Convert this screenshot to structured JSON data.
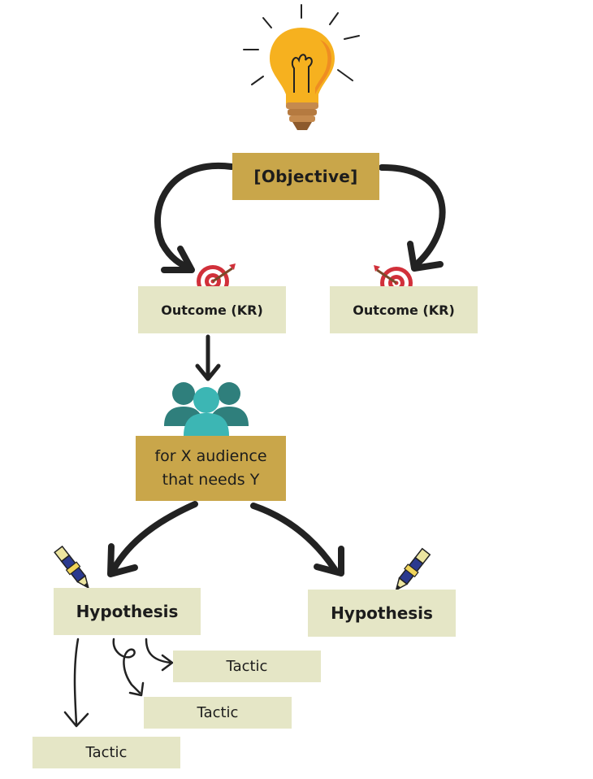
{
  "objective": {
    "label": "[Objective]",
    "color": "#c9a64a",
    "icon": "lightbulb-icon"
  },
  "outcomes": [
    {
      "label": "Outcome (KR)",
      "icon": "target-icon"
    },
    {
      "label": "Outcome (KR)",
      "icon": "target-icon"
    }
  ],
  "audience": {
    "line1": "for X audience",
    "line2": "that needs Y",
    "icon": "people-group-icon",
    "color": "#c9a64a"
  },
  "hypotheses": [
    {
      "label": "Hypothesis",
      "icon": "pen-icon"
    },
    {
      "label": "Hypothesis",
      "icon": "pen-icon"
    }
  ],
  "tactics": [
    {
      "label": "Tactic"
    },
    {
      "label": "Tactic"
    },
    {
      "label": "Tactic"
    }
  ],
  "colors": {
    "gold_box": "#c9a64a",
    "pale_box": "#e5e6c6",
    "arrow": "#222222",
    "bulb": "#f6b11f",
    "people": "#2f8c8a",
    "target": "#d1303a"
  }
}
